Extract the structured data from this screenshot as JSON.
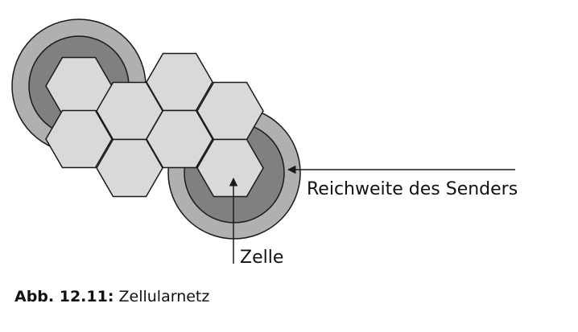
{
  "colors": {
    "hex_fill": "#d9d9d9",
    "outline": "#1a1a1a",
    "range_outer": "#b0b0b0",
    "range_inner": "#808080",
    "background": "#ffffff"
  },
  "labels": {
    "range": "Reichweite des Senders",
    "cell": "Zelle"
  },
  "caption": {
    "prefix": "Abb. 12.11:",
    "title": "Zellularnetz"
  }
}
